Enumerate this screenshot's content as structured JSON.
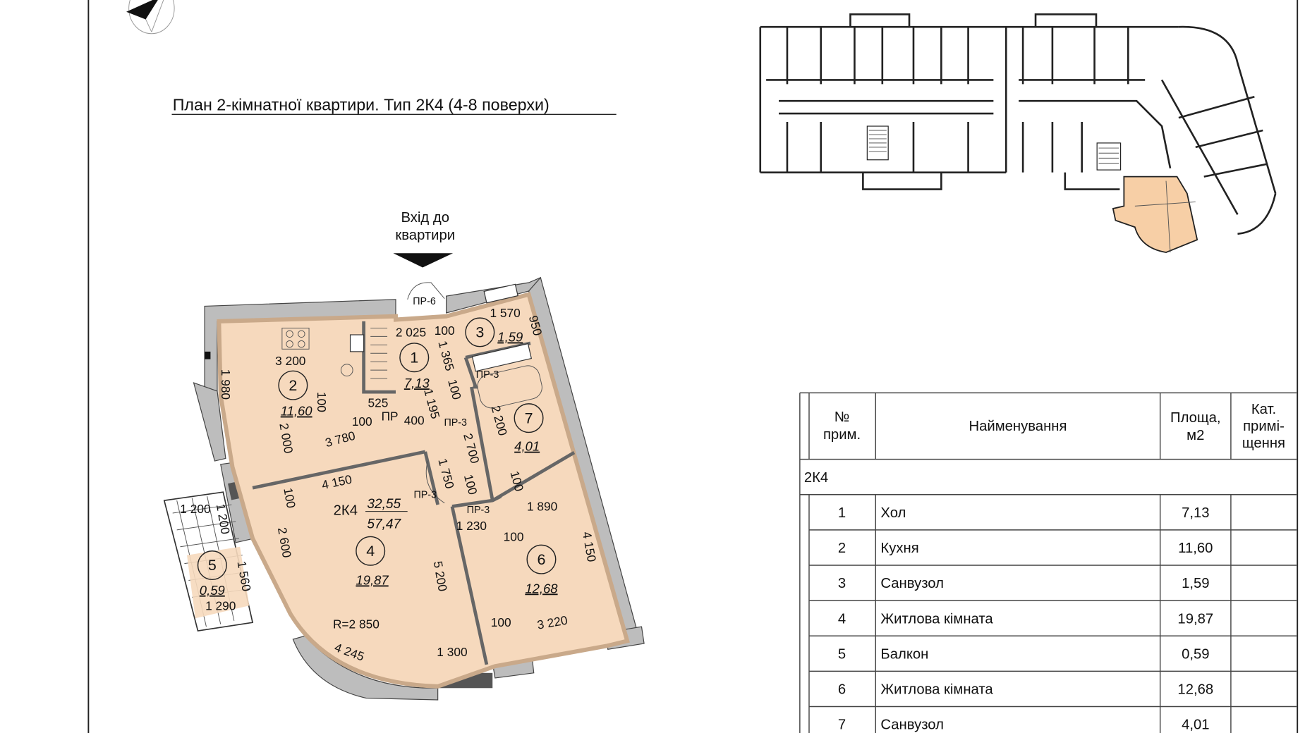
{
  "title": "План 2-кімнатної квартири. Тип 2К4 (4-8 поверхи)",
  "entrance": {
    "line1": "Вхід до",
    "line2": "квартири"
  },
  "icons": {
    "compass": "north-arrow-icon",
    "entrance": "entrance-arrow-icon"
  },
  "colors": {
    "room_fill": "#f6d9bd",
    "highlight": "#f7cfa6",
    "wall": "#bdbdbd",
    "dark_wall": "#555555"
  },
  "plan": {
    "apartment_code": "2К4",
    "living_area": "32,55",
    "total_area": "57,47",
    "rooms": [
      {
        "num": "1",
        "area": "7,13"
      },
      {
        "num": "2",
        "area": "11,60"
      },
      {
        "num": "3",
        "area": "1,59"
      },
      {
        "num": "4",
        "area": "19,87"
      },
      {
        "num": "5",
        "area": "0,59"
      },
      {
        "num": "6",
        "area": "12,68"
      },
      {
        "num": "7",
        "area": "4,01"
      }
    ],
    "dimensions": [
      "3 200",
      "1 980",
      "100",
      "2 000",
      "3 780",
      "100",
      "525",
      "ПР",
      "400",
      "2 025",
      "100",
      "1 365",
      "100",
      "1 195",
      "1 570",
      "950",
      "2 200",
      "2 700",
      "1 750",
      "100",
      "4 150",
      "100",
      "1 200",
      "1 200",
      "2 600",
      "1 560",
      "1 290",
      "1 890",
      "100",
      "100",
      "1 230",
      "4 150",
      "5 200",
      "R=2 850",
      "4 245",
      "1 300",
      "100",
      "3 220"
    ],
    "door_marks": [
      "ПР-6",
      "ПР-3",
      "ПР-3",
      "ПР-3",
      "ПР-3"
    ]
  },
  "table": {
    "headers": {
      "num": "№ прим.",
      "name": "Найменування",
      "area": "Площа, м2",
      "cat": "Кат. примі- щення"
    },
    "header_lines": {
      "num": [
        "№",
        "прим."
      ],
      "area": [
        "Площа,",
        "м2"
      ],
      "cat": [
        "Кат.",
        "примі-",
        "щення"
      ]
    },
    "section": "2К4",
    "rows": [
      {
        "num": "1",
        "name": "Хол",
        "area": "7,13",
        "cat": ""
      },
      {
        "num": "2",
        "name": "Кухня",
        "area": "11,60",
        "cat": ""
      },
      {
        "num": "3",
        "name": "Санвузол",
        "area": "1,59",
        "cat": ""
      },
      {
        "num": "4",
        "name": "Житлова кімната",
        "area": "19,87",
        "cat": ""
      },
      {
        "num": "5",
        "name": "Балкон",
        "area": "0,59",
        "cat": ""
      },
      {
        "num": "6",
        "name": "Житлова кімната",
        "area": "12,68",
        "cat": ""
      },
      {
        "num": "7",
        "name": "Санвузол",
        "area": "4,01",
        "cat": ""
      }
    ]
  }
}
